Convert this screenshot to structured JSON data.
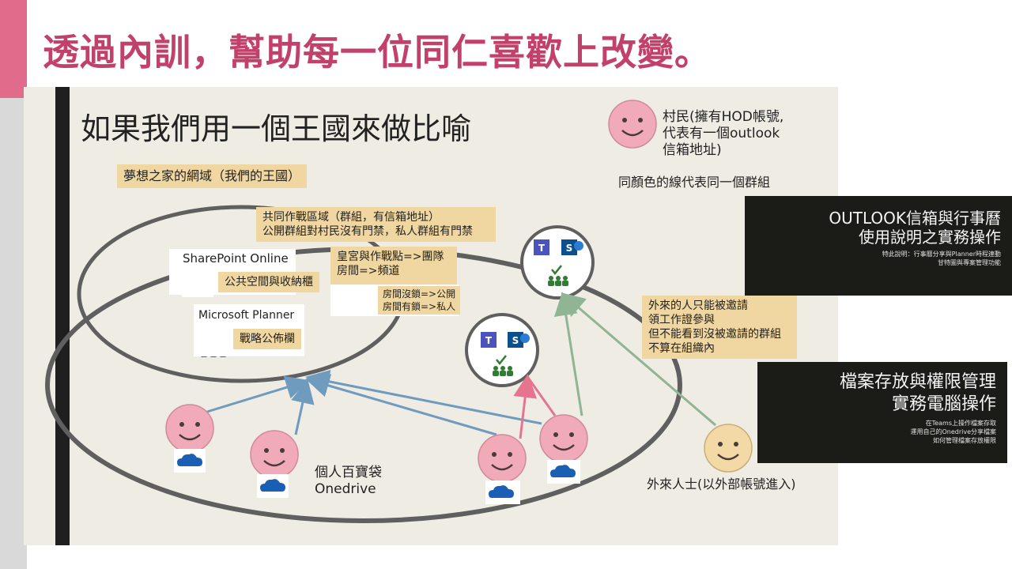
{
  "slide": {
    "title": "透過內訓，幫助每一位同仁喜歡上改變。",
    "accent_color": "#c2416a"
  },
  "diagram": {
    "heading": "如果我們用一個王國來做比喻",
    "legend_villager": [
      "村民(擁有HOD帳號,",
      "代表有一個outlook",
      "信箱地址)"
    ],
    "legend_line_color": "同顏色的線代表同一個群組",
    "domain_label": "夢想之家的網域（我們的王國）",
    "shared_area_label": [
      "共同作戰區域（群組，有信箱地址）",
      "公開群組對村民沒有門禁，私人群組有門禁"
    ],
    "sharepoint": {
      "name": "SharePoint Online",
      "desc": "公共空間與收納櫃"
    },
    "planner": {
      "name": "Microsoft Planner",
      "desc": "戰略公佈欄"
    },
    "palace_label": [
      "皇宮與作戰點=>團隊",
      "房間=>頻道"
    ],
    "room_lock_label": [
      "房間沒鎖=>公開",
      "房間有鎖=>私人"
    ],
    "outsider_note": [
      "外來的人只能被邀請",
      "領工作證參與",
      "但不能看到沒被邀請的群組",
      "不算在組織內"
    ],
    "personal_bag": [
      "個人百寶袋",
      "Onedrive"
    ],
    "outsider_label": "外來人士(以外部帳號進入)",
    "colors": {
      "blue_line": "#6f9bbf",
      "pink_line": "#e5758e",
      "green_line": "#8fb594",
      "villager_face": "#f0aab8",
      "outsider_face": "#f3d9a6"
    }
  },
  "cards": [
    {
      "title": [
        "OUTLOOK信箱與行事曆",
        "使用說明之實務操作"
      ],
      "sub": [
        "特此說明：行事曆分享與Planner時程連動",
        "甘特圖與專案管理功能"
      ]
    },
    {
      "title": [
        "檔案存放與權限管理",
        "實務電腦操作"
      ],
      "sub": [
        "在Teams上操作檔案存取",
        "運用自己的Onedrive分享檔案",
        "如何管理檔案存放權限"
      ]
    }
  ],
  "icons": {
    "sharepoint": "sharepoint-icon",
    "teams": "teams-icon",
    "planner": "planner-icon",
    "onedrive": "onedrive-cloud-icon",
    "smiley": "smiley-face-icon"
  }
}
